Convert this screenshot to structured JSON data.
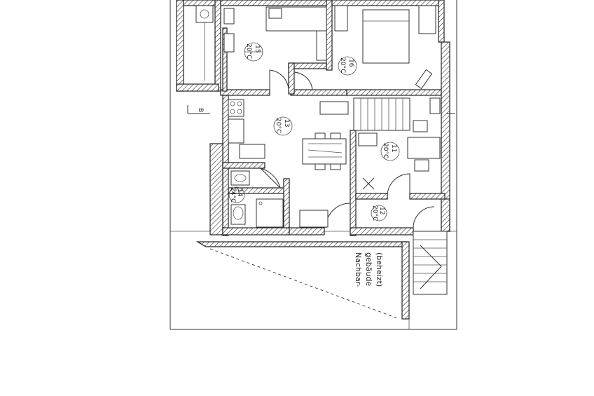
{
  "rooms": {
    "r11": {
      "number": "11",
      "temp": "20°C"
    },
    "r12": {
      "number": "12",
      "temp": "20°C"
    },
    "r13": {
      "number": "13",
      "temp": "20°C"
    },
    "r14": {
      "number": "14",
      "temp": "24°C"
    },
    "r15": {
      "number": "15",
      "temp": "20°C"
    },
    "r16": {
      "number": "16",
      "temp": "20°C"
    }
  },
  "section_marker": "B",
  "neighbour": {
    "line1": "Nachbar-",
    "line2": "gebäude",
    "line3": "(beheizt)"
  }
}
